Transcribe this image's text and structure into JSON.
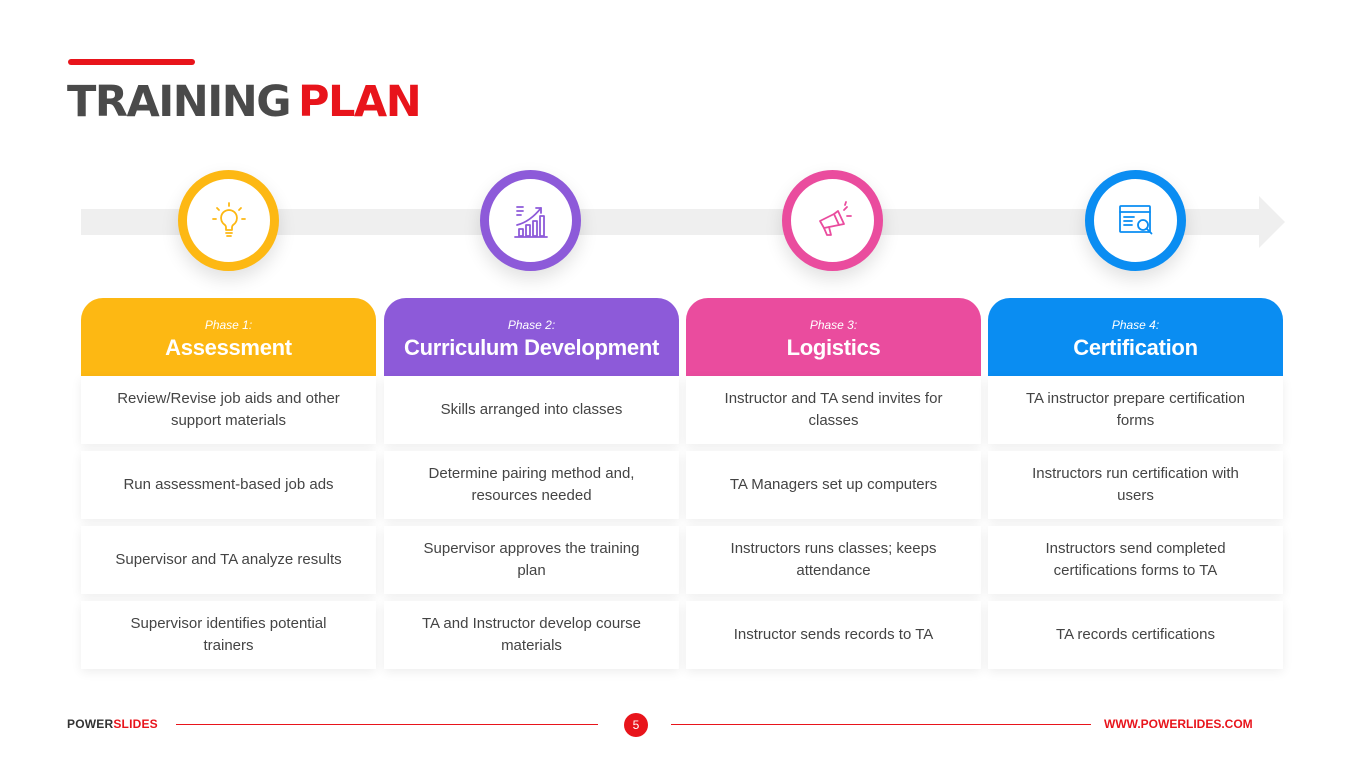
{
  "title": {
    "part1": "TRAINING",
    "part2": "PLAN"
  },
  "colors": {
    "accent": "#e8141b",
    "phase1": "#fdb813",
    "phase2": "#8d5ad9",
    "phase3": "#ea4c9e",
    "phase4": "#0a8df2"
  },
  "phases": [
    {
      "label": "Phase 1:",
      "title": "Assessment",
      "icon": "lightbulb-icon",
      "items": [
        "Review/Revise job aids and other support materials",
        "Run assessment-based job ads",
        "Supervisor and TA analyze results",
        "Supervisor identifies potential trainers"
      ]
    },
    {
      "label": "Phase 2:",
      "title": "Curriculum Development",
      "icon": "growth-chart-icon",
      "items": [
        "Skills arranged into classes",
        "Determine pairing method and, resources needed",
        "Supervisor approves the training plan",
        "TA and Instructor develop course materials"
      ]
    },
    {
      "label": "Phase 3:",
      "title": "Logistics",
      "icon": "megaphone-icon",
      "items": [
        "Instructor and TA send invites for classes",
        "TA Managers set up computers",
        "Instructors runs classes; keeps attendance",
        "Instructor sends records to TA"
      ]
    },
    {
      "label": "Phase 4:",
      "title": "Certification",
      "icon": "web-search-icon",
      "items": [
        "TA instructor prepare certification forms",
        "Instructors run certification with users",
        "Instructors send completed certifications forms to TA",
        "TA records certifications"
      ]
    }
  ],
  "footer": {
    "brand_part1": "POWER",
    "brand_part2": "SLIDES",
    "page_number": "5",
    "website": "WWW.POWERLIDES.COM"
  }
}
